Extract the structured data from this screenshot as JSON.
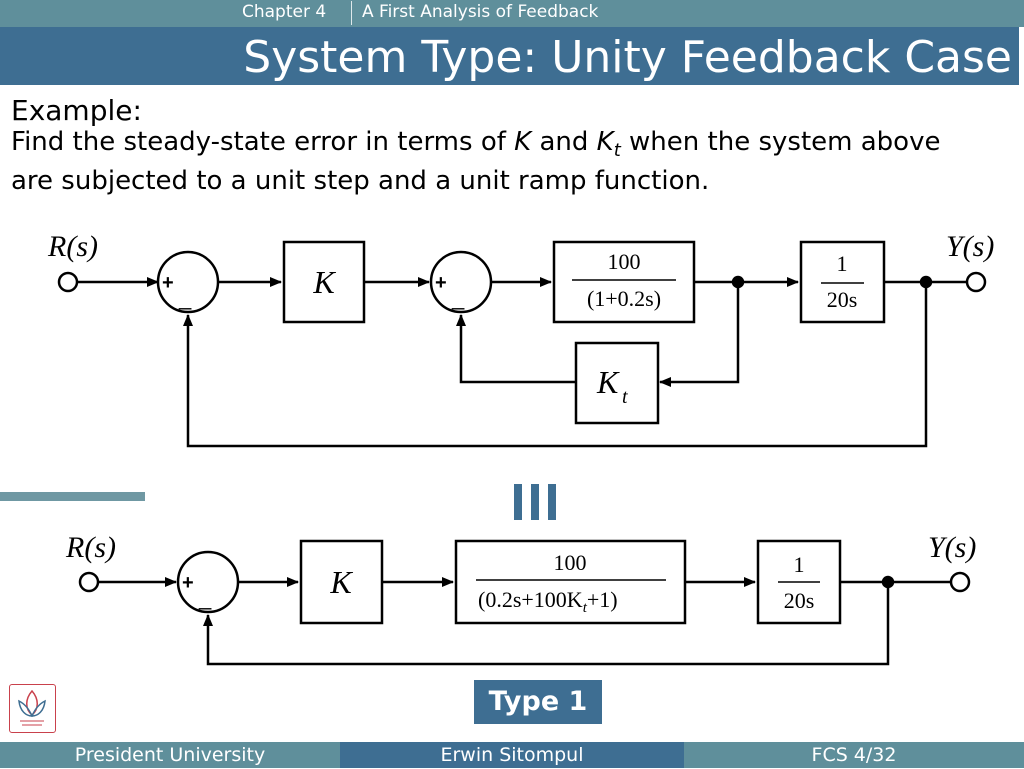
{
  "header": {
    "chapter": "Chapter 4",
    "chapter_title": "A First Analysis of Feedback",
    "slide_title": "System Type: Unity Feedback Case"
  },
  "body": {
    "heading": "Example:",
    "text_1": "Find the steady-state error in terms of ",
    "var_k": "K",
    "text_2": " and ",
    "var_kt": "K",
    "var_kt_sub": "t",
    "text_3": " when the system above are subjected to a unit step and a unit ramp function."
  },
  "diagram_top": {
    "input": "R(s)",
    "output": "Y(s)",
    "sum1_plus": "+",
    "sum1_minus": "_",
    "sum2_plus": "+",
    "sum2_minus": "_",
    "gain": "K",
    "plant_num": "100",
    "plant_den": "(1+0.2s)",
    "integrator_num": "1",
    "integrator_den": "20s",
    "feedback_gain": "K",
    "feedback_gain_sub": "t"
  },
  "equivalent_symbol": "≡",
  "diagram_bottom": {
    "input": "R(s)",
    "output": "Y(s)",
    "sum_plus": "+",
    "sum_minus": "_",
    "gain": "K",
    "plant_num": "100",
    "plant_den_a": "(0.2s+100K",
    "plant_den_sub": "t",
    "plant_den_b": "+1)",
    "integrator_num": "1",
    "integrator_den": "20s"
  },
  "type_badge": "Type 1",
  "footer": {
    "left": "President University",
    "center": "Erwin Sitompul",
    "right": "FCS 4/32"
  },
  "colors": {
    "topbar": "#5f8f9b",
    "titlebar": "#3e6e92",
    "footer_left": "#5f8f9b",
    "footer_center": "#3e6e92",
    "footer_right": "#5f8f9b"
  }
}
